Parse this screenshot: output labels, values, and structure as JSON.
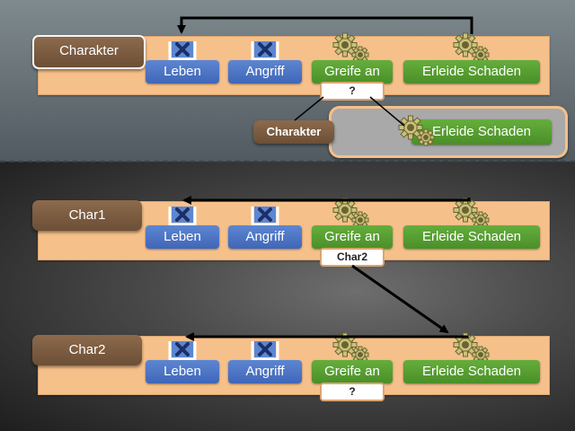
{
  "top": {
    "character_label": "Charakter",
    "buttons": {
      "life": "Leben",
      "attack": "Angriff",
      "attack_target": "Greife an",
      "take_damage": "Erleide Schaden"
    },
    "parameter": "?",
    "popup": {
      "character_label": "Charakter",
      "method_label": "Erleide Schaden"
    }
  },
  "row1": {
    "character_label": "Char1",
    "buttons": {
      "life": "Leben",
      "attack": "Angriff",
      "attack_target": "Greife an",
      "take_damage": "Erleide Schaden"
    },
    "parameter": "Char2"
  },
  "row2": {
    "character_label": "Char2",
    "buttons": {
      "life": "Leben",
      "attack": "Angriff",
      "attack_target": "Greife an",
      "take_damage": "Erleide Schaden"
    },
    "parameter": "?"
  },
  "colors": {
    "bar": "#f6c08a",
    "tag": "#7b5a3f",
    "blue_button": "#4a72c4",
    "green_button": "#56a030",
    "arrow": "#000000"
  },
  "icons": {
    "disabled_method": "x-icon",
    "active_method": "gear-icon"
  }
}
